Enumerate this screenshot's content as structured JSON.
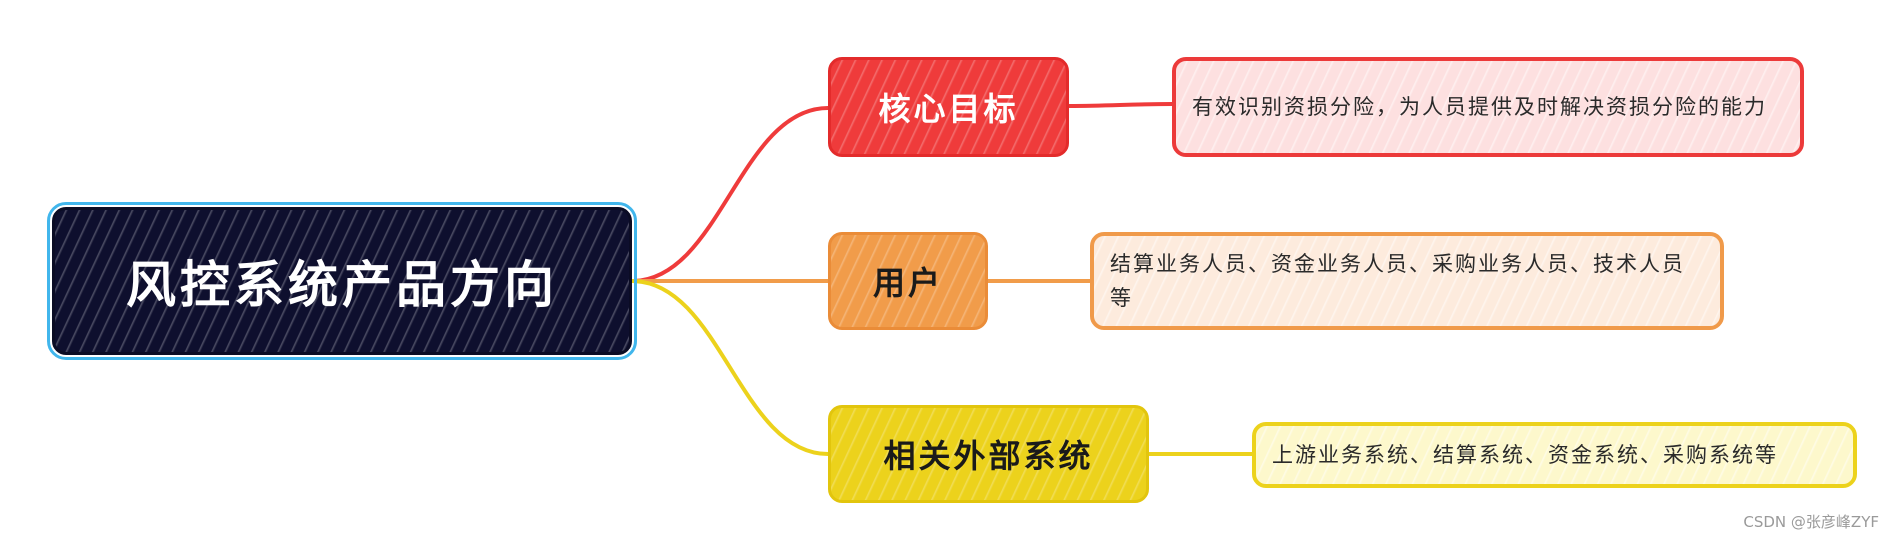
{
  "root": {
    "label": "风控系统产品方向"
  },
  "branches": [
    {
      "label": "核心目标",
      "color": "#ef3b3b",
      "detail": "有效识别资损分险，为人员提供及时解决资损分险的能力"
    },
    {
      "label": "用户",
      "color": "#f19c4a",
      "detail": "结算业务人员、资金业务人员、采购业务人员、技术人员等"
    },
    {
      "label": "相关外部系统",
      "color": "#ecd21c",
      "detail": "上游业务系统、结算系统、资金系统、采购系统等"
    }
  ],
  "colors": {
    "root_fill": "#0e0f2e",
    "root_outline": "#41b6ec"
  },
  "watermark": "CSDN @张彦峰ZYF"
}
